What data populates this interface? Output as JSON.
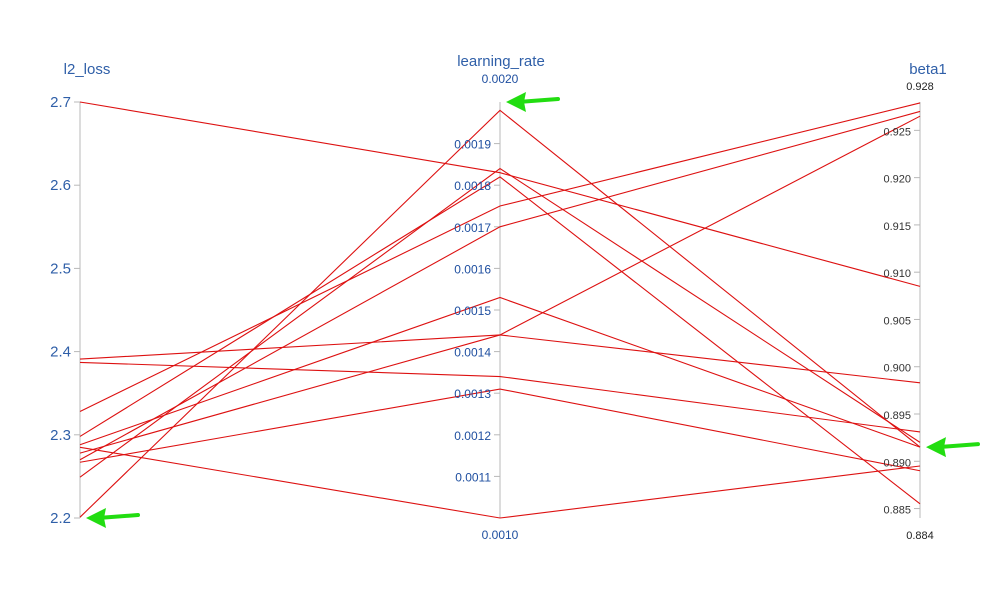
{
  "chart_data": {
    "type": "parallel_coordinates",
    "axes": [
      {
        "name": "l2_loss",
        "ticks": [
          "2.2",
          "2.3",
          "2.4",
          "2.5",
          "2.6",
          "2.7"
        ],
        "range": [
          2.2,
          2.7
        ]
      },
      {
        "name": "learning_rate",
        "top_label": "0.0020",
        "bottom_label": "0.0010",
        "ticks": [
          "0.0011",
          "0.0012",
          "0.0013",
          "0.0014",
          "0.0015",
          "0.0016",
          "0.0017",
          "0.0018",
          "0.0019"
        ],
        "range": [
          0.001,
          0.002
        ]
      },
      {
        "name": "beta1",
        "top_label": "0.928",
        "bottom_label": "0.884",
        "ticks": [
          "0.885",
          "0.890",
          "0.895",
          "0.900",
          "0.905",
          "0.910",
          "0.915",
          "0.920",
          "0.925"
        ],
        "range": [
          0.884,
          0.928
        ]
      }
    ],
    "lines": [
      [
        2.7,
        0.00183,
        0.9085
      ],
      [
        2.201,
        0.00198,
        0.8915
      ],
      [
        2.249,
        0.00184,
        0.892
      ],
      [
        2.391,
        0.00144,
        0.8983
      ],
      [
        2.387,
        0.00134,
        0.8931
      ],
      [
        2.328,
        0.00175,
        0.9279
      ],
      [
        2.27,
        0.0017,
        0.927
      ],
      [
        2.298,
        0.00182,
        0.8855
      ],
      [
        2.278,
        0.00144,
        0.9265
      ],
      [
        2.288,
        0.00153,
        0.8915
      ],
      [
        2.267,
        0.00131,
        0.889
      ],
      [
        2.285,
        0.001,
        0.8895
      ]
    ],
    "line_color": "#dd1111",
    "markers": [
      {
        "axis": "l2_loss",
        "value": 2.2,
        "color": "#22dd11"
      },
      {
        "axis": "learning_rate",
        "value": 0.002,
        "color": "#22dd11"
      },
      {
        "axis": "beta1",
        "value": 0.8915,
        "color": "#22dd11"
      }
    ]
  }
}
